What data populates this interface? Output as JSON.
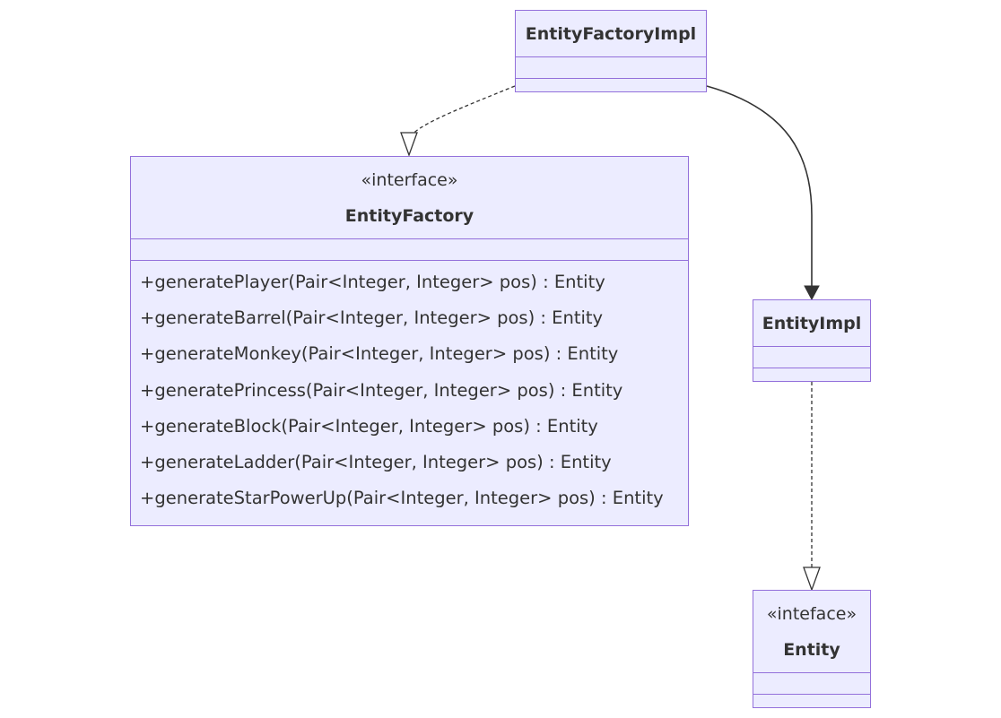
{
  "diagram": {
    "classes": {
      "entity_factory_impl": {
        "name": "EntityFactoryImpl"
      },
      "entity_factory": {
        "stereotype": "«interface»",
        "name": "EntityFactory",
        "methods": [
          "+generatePlayer(Pair<Integer, Integer> pos) : Entity",
          "+generateBarrel(Pair<Integer, Integer> pos) : Entity",
          "+generateMonkey(Pair<Integer, Integer> pos) : Entity",
          "+generatePrincess(Pair<Integer, Integer> pos) : Entity",
          "+generateBlock(Pair<Integer, Integer> pos) : Entity",
          "+generateLadder(Pair<Integer, Integer> pos) : Entity",
          "+generateStarPowerUp(Pair<Integer, Integer> pos) : Entity"
        ]
      },
      "entity_impl": {
        "name": "EntityImpl"
      },
      "entity": {
        "stereotype": "«inteface»",
        "name": "Entity"
      }
    },
    "relations": [
      {
        "from": "EntityFactoryImpl",
        "to": "EntityFactory",
        "type": "realization"
      },
      {
        "from": "EntityFactoryImpl",
        "to": "EntityImpl",
        "type": "association"
      },
      {
        "from": "EntityImpl",
        "to": "Entity",
        "type": "realization"
      }
    ],
    "colors": {
      "fill": "#ECECFF",
      "border": "#9370DB",
      "text": "#333333",
      "line": "#333333"
    }
  }
}
